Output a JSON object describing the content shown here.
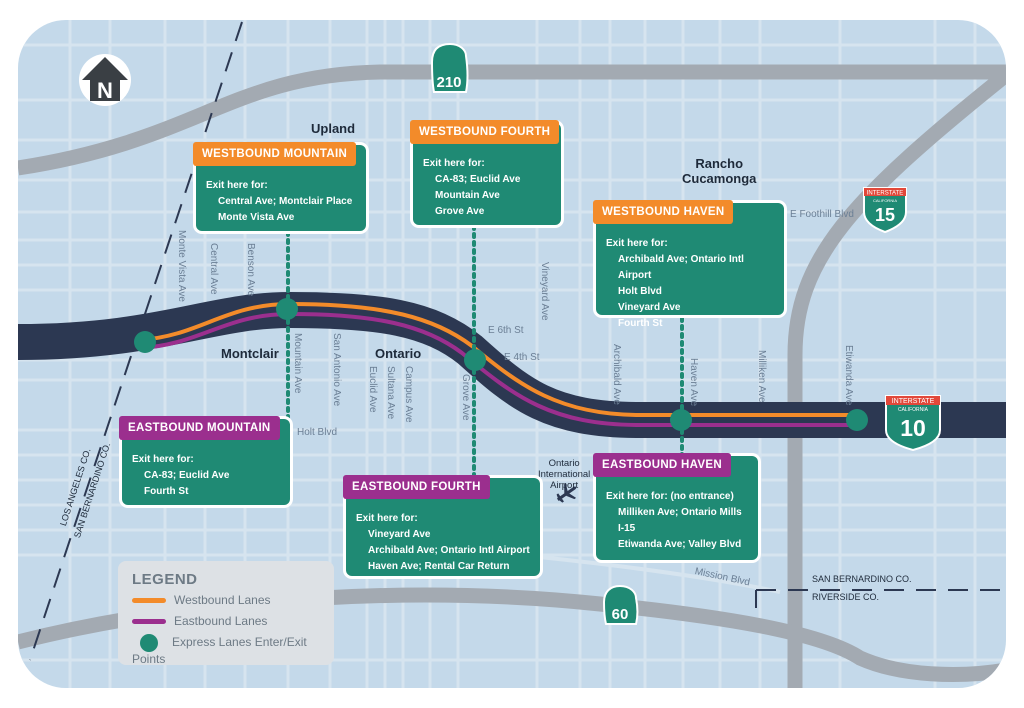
{
  "colors": {
    "background": "#c4d9ea",
    "freeway": "#2c3852",
    "westbound": "#f38b2a",
    "eastbound": "#9b2f8e",
    "access_point": "#1f8a74",
    "sign_box": "#1f8a74",
    "highway": "#a3aab2",
    "street": "#d6e4ef"
  },
  "north_arrow": {
    "icon": "north-arrow-icon",
    "letter": "N"
  },
  "shields": {
    "sr210": "210",
    "sr60": "60",
    "i15": {
      "top": "INTERSTATE",
      "state": "CALIFORNIA",
      "number": "15"
    },
    "i10": {
      "top": "INTERSTATE",
      "state": "CALIFORNIA",
      "number": "10"
    }
  },
  "cities": {
    "upland": "Upland",
    "rancho": [
      "Rancho",
      "Cucamonga"
    ],
    "montclair": "Montclair",
    "ontario": "Ontario"
  },
  "streets": {
    "monte_vista": "Monte Vista Ave",
    "central": "Central Ave",
    "benson": "Benson Ave",
    "mountain": "Mountain Ave",
    "san_antonio": "San Antonio Ave",
    "euclid": "Euclid Ave",
    "sultana": "Sultana Ave",
    "campus": "Campus Ave",
    "grove": "Grove Ave",
    "vineyard": "Vineyard Ave",
    "archibald": "Archibald Ave",
    "haven": "Haven Ave",
    "milliken": "Milliken Ave",
    "etiwanda": "Etiwanda Ave",
    "e6th": "E 6th St",
    "e4th": "E 4th St",
    "holt": "Holt Blvd",
    "foothill": "E Foothill Blvd",
    "mission": "Mission Blvd"
  },
  "counties": {
    "la": "LOS ANGELES CO.",
    "sb_left": "SAN BERNARDINO CO.",
    "sb_right": "SAN BERNARDINO CO.",
    "riverside": "RIVERSIDE CO."
  },
  "airport": {
    "icon": "airplane-icon",
    "lines": [
      "Ontario",
      "International",
      "Airport"
    ]
  },
  "boxes": {
    "wb_mountain": {
      "header": "WESTBOUND MOUNTAIN",
      "direction": "westbound",
      "intro": "Exit here for:",
      "items": [
        "Central Ave; Montclair Place",
        "Monte Vista Ave"
      ]
    },
    "wb_fourth": {
      "header": "WESTBOUND FOURTH",
      "direction": "westbound",
      "intro": "Exit here for:",
      "items": [
        "CA-83; Euclid Ave",
        "Mountain Ave",
        "Grove Ave"
      ]
    },
    "wb_haven": {
      "header": "WESTBOUND HAVEN",
      "direction": "westbound",
      "intro": "Exit here for:",
      "items": [
        "Archibald Ave; Ontario Intl Airport",
        "Holt Blvd",
        "Vineyard Ave",
        "Fourth St"
      ]
    },
    "eb_mountain": {
      "header": "EASTBOUND MOUNTAIN",
      "direction": "eastbound",
      "intro": "Exit here for:",
      "items": [
        "CA-83; Euclid Ave",
        "Fourth St"
      ]
    },
    "eb_fourth": {
      "header": "EASTBOUND FOURTH",
      "direction": "eastbound",
      "intro": "Exit here for:",
      "items": [
        "Vineyard Ave",
        "Archibald Ave; Ontario Intl Airport",
        "Haven Ave; Rental Car Return"
      ]
    },
    "eb_haven": {
      "header": "EASTBOUND HAVEN",
      "direction": "eastbound",
      "intro": "Exit here for: (no entrance)",
      "items": [
        "Milliken Ave; Ontario Mills",
        "I-15",
        "Etiwanda Ave; Valley Blvd"
      ]
    }
  },
  "legend": {
    "title": "LEGEND",
    "westbound": "Westbound Lanes",
    "eastbound": "Eastbound Lanes",
    "points": "Express Lanes Enter/Exit Points"
  }
}
